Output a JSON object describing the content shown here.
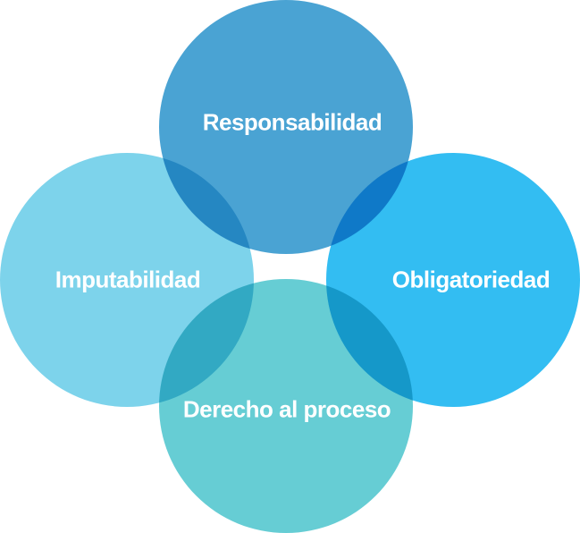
{
  "diagram": {
    "circles": [
      {
        "id": "top",
        "label": "Responsabilidad",
        "color": "#4aa3d3"
      },
      {
        "id": "left",
        "label": "Imputabilidad",
        "color": "#7dd3eb"
      },
      {
        "id": "right",
        "label": "Obligatoriedad",
        "color": "#33bdf2"
      },
      {
        "id": "bottom",
        "label": "Derecho al proceso",
        "color": "#66cdd4"
      }
    ]
  }
}
